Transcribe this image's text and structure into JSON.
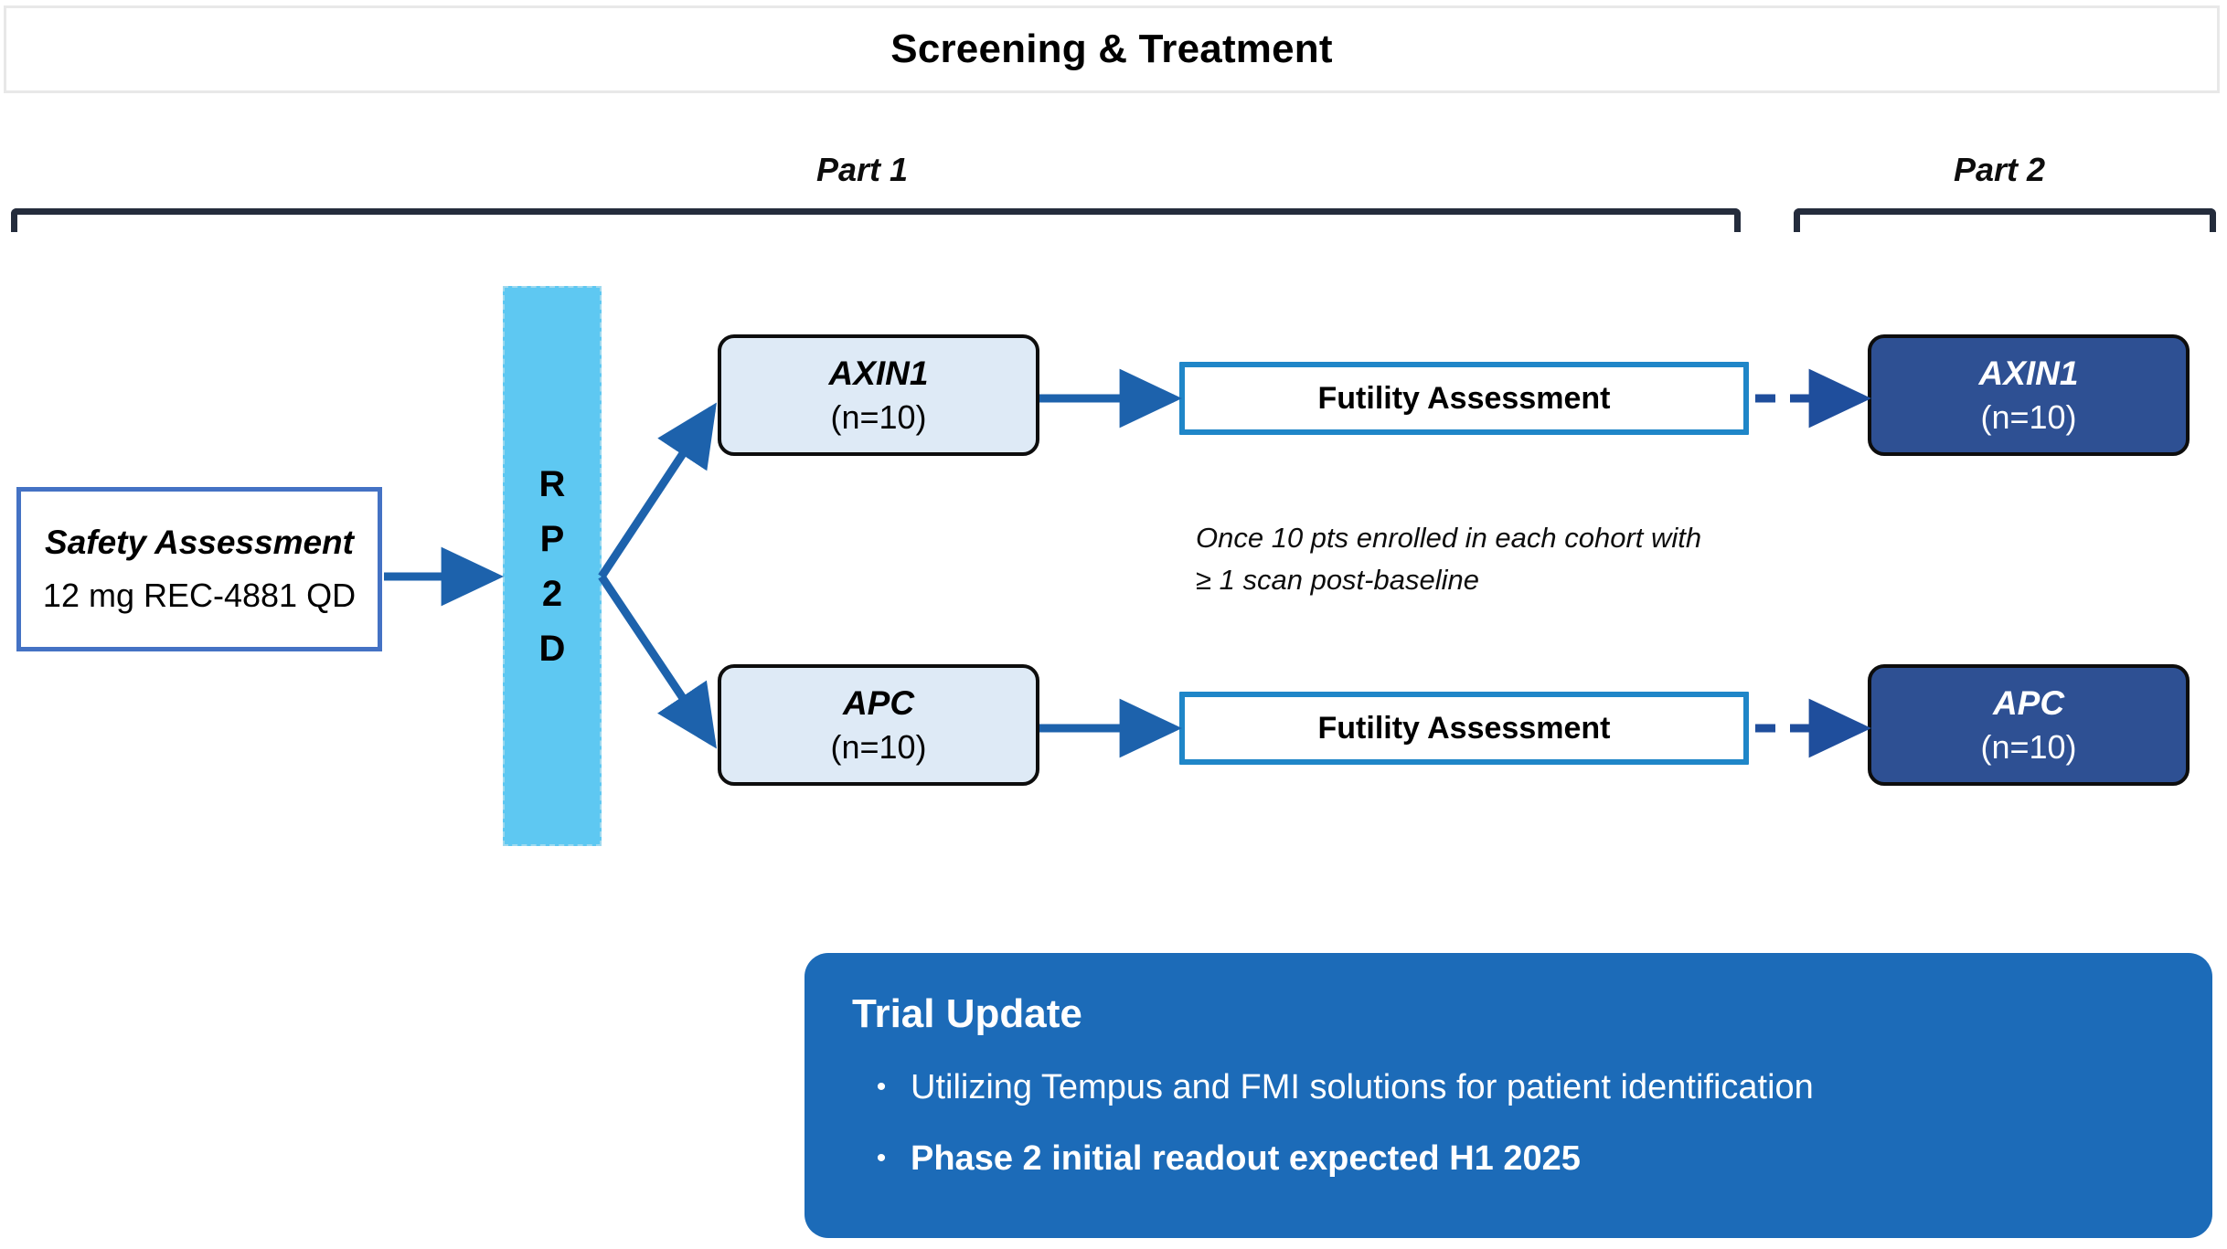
{
  "header": {
    "title": "Screening & Treatment"
  },
  "phases": {
    "part1_label": "Part 1",
    "part2_label": "Part 2"
  },
  "safety": {
    "title": "Safety Assessment",
    "dose": "12 mg REC-4881 QD"
  },
  "randomization": {
    "letters": [
      "R",
      "P",
      "2",
      "D"
    ],
    "full_name": "RP2D"
  },
  "part1_cohorts": [
    {
      "name": "AXIN1",
      "n": "(n=10)"
    },
    {
      "name": "APC",
      "n": "(n=10)"
    }
  ],
  "futility": {
    "axin1_label": "Futility Assessment",
    "apc_label": "Futility Assessment"
  },
  "part2_cohorts": [
    {
      "name": "AXIN1",
      "n": "(n=10)"
    },
    {
      "name": "APC",
      "n": "(n=10)"
    }
  ],
  "note": {
    "line1": "Once 10 pts enrolled in each cohort with",
    "line2": "≥ 1 scan post-baseline"
  },
  "trial_update": {
    "title": "Trial Update",
    "bullet_glyph": "•",
    "bullets": [
      {
        "text": "Utilizing Tempus and FMI solutions for patient identification",
        "bold": false
      },
      {
        "text": "Phase 2 initial readout expected H1 2025",
        "bold": true
      }
    ]
  },
  "colors": {
    "banner_border": "#e8e8e8",
    "bracket": "#242c3c",
    "safety_border": "#4472c4",
    "rp2d_fill": "#5ec8f2",
    "cohort_light_fill": "#deeaf6",
    "cohort_light_border": "#0d0d0d",
    "futility_border": "#1f86c8",
    "part2_fill": "#2e5093",
    "arrow_solid": "#1d62ac",
    "arrow_dashed": "#1f4e9c",
    "trial_update_fill": "#1c6bb8"
  }
}
